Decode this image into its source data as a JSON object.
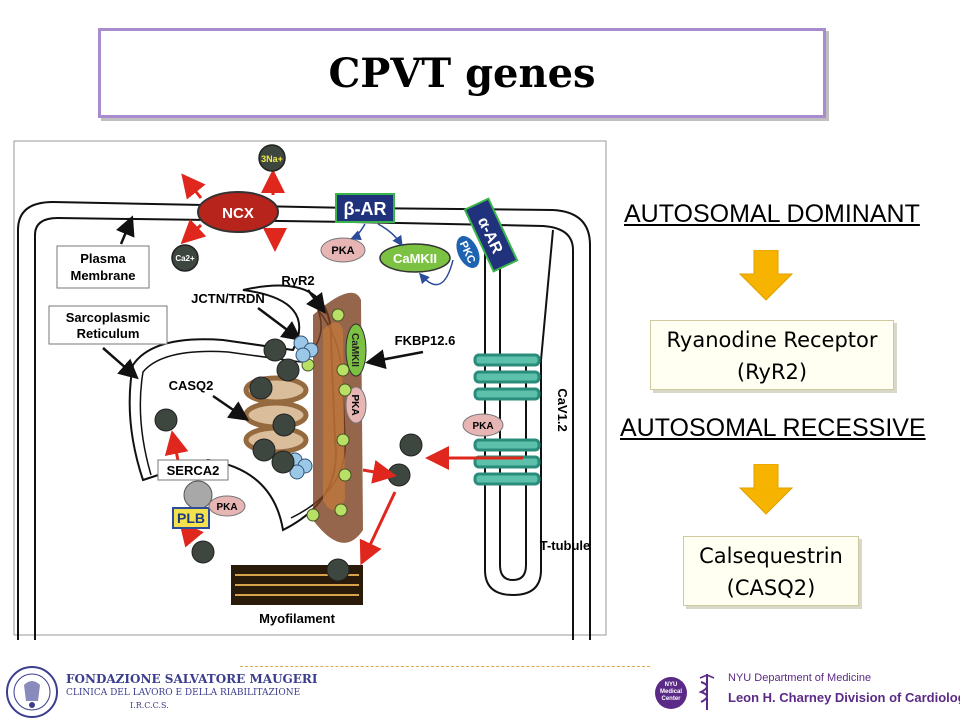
{
  "title": "CPVT genes",
  "inheritance": {
    "dominant": "AUTOSOMAL DOMINANT",
    "recessive": "AUTOSOMAL RECESSIVE"
  },
  "genes": {
    "ryr2_line1": "Ryanodine Receptor",
    "ryr2_line2": "(RyR2)",
    "casq2_line1": "Calsequestrin",
    "casq2_line2": "(CASQ2)"
  },
  "diagram": {
    "ncx": "NCX",
    "na": "3Na+",
    "beta_ar": "β-AR",
    "alpha_ar": "α-AR",
    "pka": "PKA",
    "pkc": "PKC",
    "camkii": "CaMKII",
    "plasma_membrane_1": "Plasma",
    "plasma_membrane_2": "Membrane",
    "sr_1": "Sarcoplasmic",
    "sr_2": "Reticulum",
    "ryr2": "RyR2",
    "jctn": "JCTN/TRDN",
    "fkbp": "FKBP12.6",
    "casq2": "CASQ2",
    "serca2": "SERCA2",
    "plb": "PLB",
    "cav": "CaV1.2",
    "ttubule": "T-tubule",
    "myofilament": "Myofilament",
    "ca": "Ca2+"
  },
  "footer": {
    "fsm_line1": "FONDAZIONE SALVATORE MAUGERI",
    "fsm_line2": "CLINICA DEL LAVORO E DELLA RIABILITAZIONE",
    "fsm_line3": "I.R.C.C.S.",
    "nyu_dept": "NYU Department of Medicine",
    "nyu_division": "Leon H. Charney Division of Cardiology",
    "nyu_badge_1": "NYU",
    "nyu_badge_2": "Medical",
    "nyu_badge_3": "Center"
  },
  "colors": {
    "title_border": "#a98bd0",
    "down_arrow": "#f6b400",
    "red_arrow": "#e0271e",
    "ncx": "#c0392b",
    "camkii": "#7cc242",
    "nyu_purple": "#5b2a86"
  }
}
